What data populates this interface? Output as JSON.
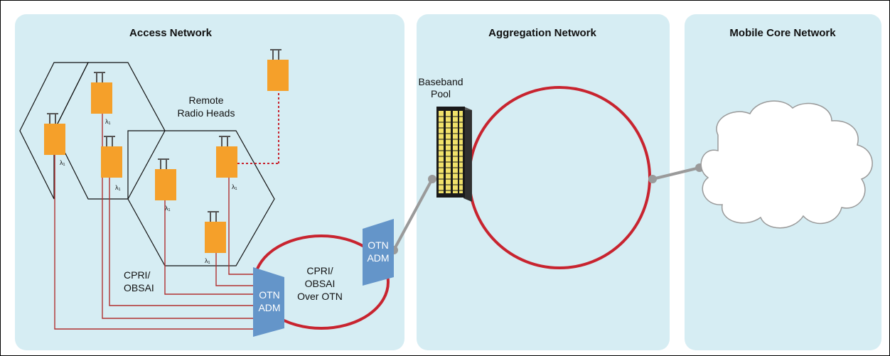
{
  "panels": {
    "access": "Access Network",
    "aggregation": "Aggregation Network",
    "core": "Mobile Core Network"
  },
  "labels": {
    "rrh_line1": "Remote",
    "rrh_line2": "Radio Heads",
    "cpri_line1": "CPRI/",
    "cpri_line2": "OBSAI",
    "ring_line1": "CPRI/",
    "ring_line2": "OBSAI",
    "ring_line3": "Over OTN",
    "baseband_line1": "Baseband",
    "baseband_line2": "Pool"
  },
  "devices": {
    "adm_left_line1": "OTN",
    "adm_left_line2": "ADM",
    "adm_right_line1": "OTN",
    "adm_right_line2": "ADM"
  },
  "lambda": "λ₁",
  "colors": {
    "panel": "#d6edf3",
    "rrh": "#f5a02a",
    "adm": "#6495c9",
    "ring": "#c8242f",
    "link": "#9a9a9a",
    "fiber": "#b03030"
  }
}
